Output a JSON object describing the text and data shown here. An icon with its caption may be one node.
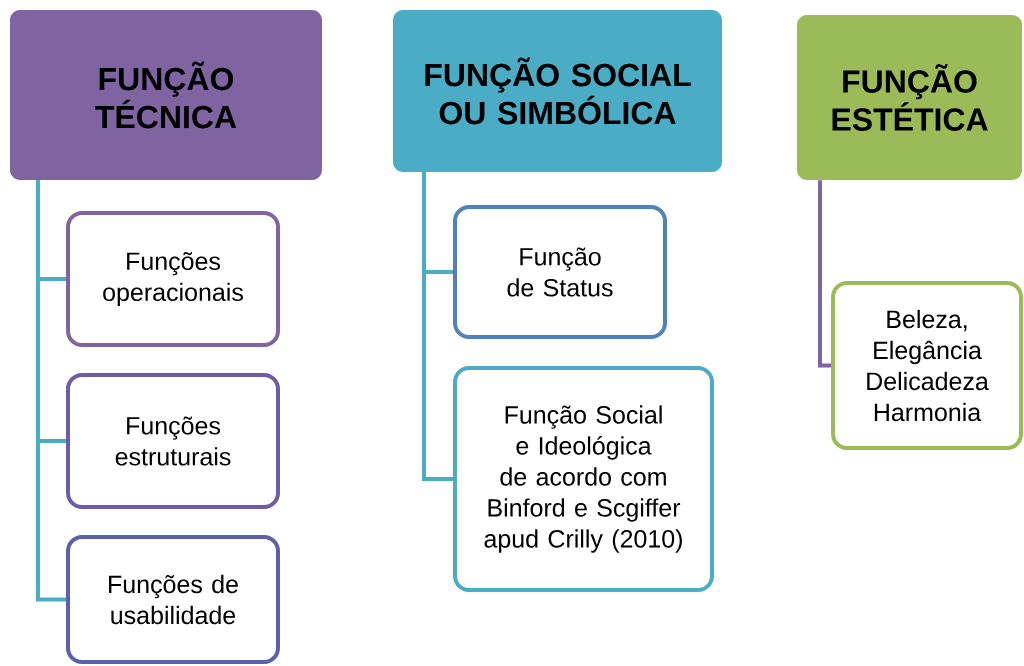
{
  "diagram": {
    "nodes": [
      {
        "text": [
          "FUNÇÃO TÉCNICA"
        ]
      },
      {
        "text": [
          "Funções operacionais"
        ]
      },
      {
        "text": [
          "Funções estruturais"
        ]
      },
      {
        "text": [
          "Funções de usabilidade"
        ]
      },
      {
        "text": [
          "FUNÇÃO SOCIAL OU SIMBÓLICA"
        ]
      },
      {
        "text": [
          "Função de Status"
        ]
      },
      {
        "text": [
          "Função Social e Ideológica de acordo com Binford e Scgiffer apud Crilly (2010)"
        ]
      },
      {
        "text": [
          "FUNÇÃO ESTÉTICA"
        ]
      },
      {
        "text": [
          "Beleza, Elegância Delicadeza Harmonia"
        ]
      }
    ],
    "edges": [
      {
        "from": 0,
        "to": 1,
        "arrow": "none"
      },
      {
        "from": 0,
        "to": 2,
        "arrow": "none"
      },
      {
        "from": 0,
        "to": 3,
        "arrow": "none"
      },
      {
        "from": 4,
        "to": 5,
        "arrow": "none"
      },
      {
        "from": 4,
        "to": 6,
        "arrow": "none"
      },
      {
        "from": 7,
        "to": 8,
        "arrow": "none",
        "color": "#8064a2"
      }
    ]
  }
}
